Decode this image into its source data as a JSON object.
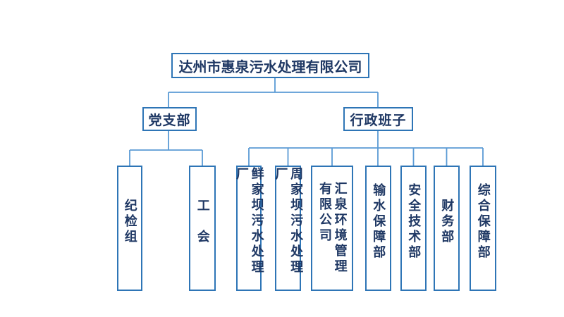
{
  "colors": {
    "text": "#1F3864",
    "box_border": "#2E75B6",
    "connector": "#5B9BD5",
    "background": "#ffffff"
  },
  "org_chart": {
    "type": "organizational-chart",
    "root": "达州市惠泉污水处理有限公司",
    "branches": [
      {
        "label": "党支部",
        "children": [
          "纪检组",
          "工　会"
        ]
      },
      {
        "label": "行政班子",
        "children": [
          "鲜家坝污水处理厂",
          "周家坝污水处理厂",
          "汇泉环境管理\n有限公司",
          "输水保障部",
          "安全技术部",
          "财务部",
          "综合保障部"
        ]
      }
    ]
  }
}
